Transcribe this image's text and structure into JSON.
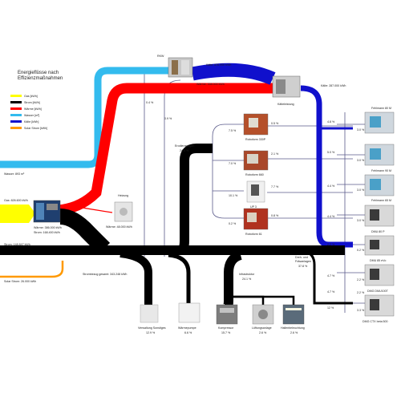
{
  "title": {
    "line1": "Energieflüsse nach",
    "line2": "Effizienzmaßnahmen"
  },
  "legend": [
    {
      "label": "Gas [kWh]",
      "color": "#ffff00"
    },
    {
      "label": "Strom [kWh]",
      "color": "#000000"
    },
    {
      "label": "Wärme [kWh]",
      "color": "#ff0000"
    },
    {
      "label": "Wasser [m³]",
      "color": "#33bbee"
    },
    {
      "label": "Kälte [kWh]",
      "color": "#1010cc"
    },
    {
      "label": "Solar Strom [kWh]",
      "color": "#ff9900"
    }
  ],
  "colors": {
    "gas": "#ffff00",
    "strom": "#000000",
    "waerme": "#ff0000",
    "wasser": "#33bbee",
    "kaelte": "#1010cc",
    "solar": "#ff9900",
    "thin": "#5a5a8a"
  },
  "flows": {
    "wasser": "Wasser: 893 m³",
    "gas": "Gas: 826.600 kWh",
    "strom_in": "Strom: 148.847 kWh",
    "solar": "Solar Strom: 26.000 kWh",
    "bhkw_waerme": "Wärme: 386.000 kWh",
    "bhkw_strom": "Strom: 168.400 kWh",
    "heizung_waerme": "Wärme: 48.000 kWh",
    "stromgesamt": "Strombezug gesamt: 343.248 kWh",
    "kaelte_top": "Kälte: 876.000 kWh",
    "waerme_top": "Wärme: 338.000 kWh",
    "kaelte_right": "Kälte: 287.000 kWh"
  },
  "labels": {
    "rkw": "RKW",
    "kaelteleistung": "Kälteleistung",
    "heizung": "Heizung",
    "erodier": "Erodieranlagen",
    "erodier_pct": "24.5 %",
    "dreh": "Dreh- und",
    "dreh2": "Fräsanlagen",
    "dreh_pct": "37.8 %",
    "infra": "Infrastruktur",
    "infra_pct": "24.1 %"
  },
  "percents": {
    "p04": "0.4 %",
    "p09": "0.9 %",
    "ero1": "7.5 %",
    "ero2": "7.0 %",
    "ero3": "10.1 %",
    "ero4": "0.2 %",
    "k1": "0.5 %",
    "k2": "2.1 %",
    "k3": "7.7 %",
    "k4": "0.8 %",
    "r1": "4.8 %",
    "r2": "5.0 %",
    "r3": "4.4 %",
    "r4": "4.4 %",
    "r5": "2.2 %",
    "r6": "4.7 %",
    "r7": "4.7 %",
    "r8": "12 %",
    "m1": "3.0 %",
    "m2": "3.0 %",
    "m3": "3.0 %",
    "m4": "3.0 %",
    "m5": "0.2 %",
    "m6": "2.2 %",
    "m7": "2.2 %",
    "m8": "3.3 %"
  },
  "machines": {
    "roboform330p": "Roboform 330P",
    "roboform660": "Roboform 660",
    "up3": "UP 3",
    "roboform61": "Roboform 61",
    "fehlmann1": "Fehlmann 80 M",
    "fehlmann2": "Fehlmann 90 M",
    "fehlmann3": "Fehlmann 65 M",
    "dmu80p": "DMU 80 P",
    "dmu85": "DMU 85 eVo",
    "dmg100t": "DMG DMU100T",
    "dmgctx": "DMG CTX beta 500"
  },
  "consumers": [
    {
      "name": "Verwaltung Sonstiges",
      "pct": "12.9 %"
    },
    {
      "name": "Wärmepumpe",
      "pct": "6.6 %"
    },
    {
      "name": "Kompressor",
      "pct": "15.7 %"
    },
    {
      "name": "Lüftungsanlage",
      "pct": "2.6 %"
    },
    {
      "name": "Hallenbeleuchtung",
      "pct": "2.6 %"
    }
  ]
}
